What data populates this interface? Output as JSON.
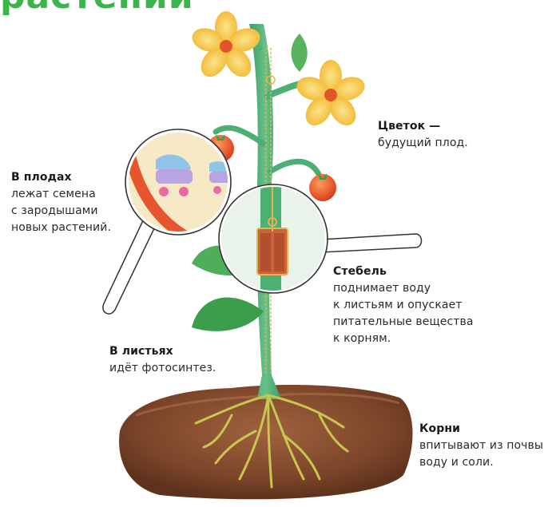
{
  "title": "растений",
  "annotations": {
    "flower": {
      "heading": "Цветок —",
      "lines": [
        "будущий плод."
      ]
    },
    "fruits": {
      "heading": "В плодах",
      "lines": [
        "лежат семена",
        "с зародышами",
        "новых растений."
      ]
    },
    "stem": {
      "heading": "Стебель",
      "lines": [
        "поднимает воду",
        "к листьям и опускает",
        "питательные вещества",
        "к корням."
      ]
    },
    "leaves": {
      "heading": "В листьях",
      "lines": [
        "идёт фотосинтез."
      ]
    },
    "roots": {
      "heading": "Корни",
      "lines": [
        "впитывают из почвы",
        "воду и соли."
      ]
    }
  },
  "colors": {
    "title": "#39b54a",
    "stem": "#4caf73",
    "petal": "#f6c945",
    "flower_center": "#e0552a",
    "fruit": "#e8562a",
    "leaf": "#3c9e4a",
    "soil": "#8a4f33",
    "root": "#b9c24a",
    "magnifier_bg": "#f7e8c6"
  },
  "icons": [
    "flower-icon",
    "fruit-icon",
    "leaf-icon",
    "magnifier-icon",
    "stroller-icon",
    "vessel-icon",
    "root-icon",
    "soil-icon"
  ]
}
